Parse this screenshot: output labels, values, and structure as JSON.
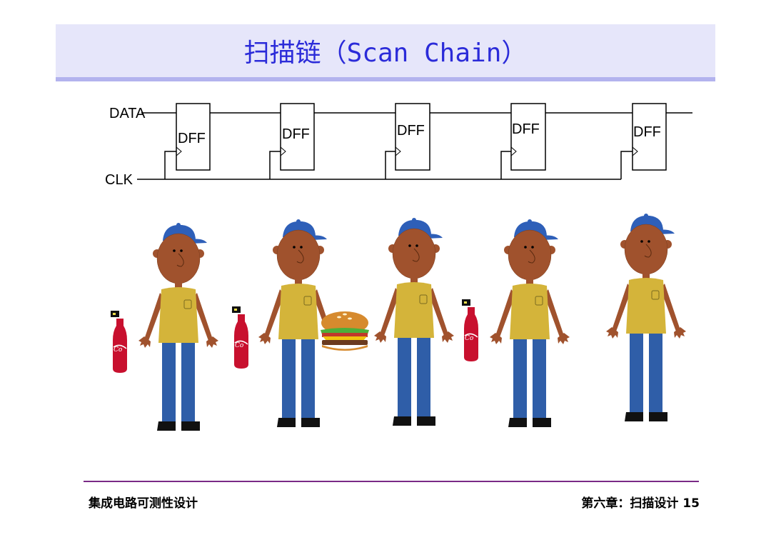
{
  "title": "扫描链（Scan Chain）",
  "diagram": {
    "data_label": "DATA",
    "clk_label": "CLK",
    "flip_flops": [
      "DFF",
      "DFF",
      "DFF",
      "DFF",
      "DFF"
    ]
  },
  "scene": {
    "people_count": 5,
    "items": [
      "cola-bottle",
      "cola-bottle",
      "hamburger",
      "cola-bottle"
    ]
  },
  "footer": {
    "left": "集成电路可测性设计",
    "right": "第六章：扫描设计 15"
  },
  "colors": {
    "title_text": "#2b2bd9",
    "title_bg": "#e6e6fa",
    "title_border": "#b3b3ee",
    "footer_rule": "#7a2a86",
    "cap": "#2e5fb8",
    "skin": "#a0522d",
    "shirt": "#d4b43a",
    "pants": "#2f5ea8"
  }
}
